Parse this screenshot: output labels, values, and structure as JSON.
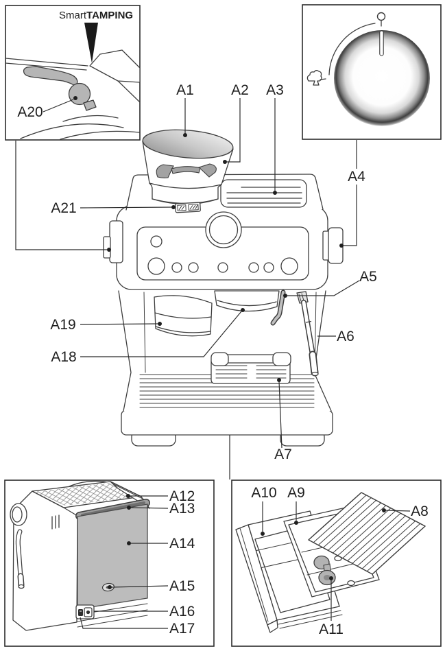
{
  "figure": {
    "kind": "espresso-machine parts diagram",
    "background": "#ffffff",
    "line_color": "#3d3d3d",
    "label_color": "#1f1f1f",
    "gray_fill": "#b5b5b5"
  },
  "inset_smart_tamping": {
    "title_regular": "Smart",
    "title_bold": "TAMPING"
  },
  "labels": {
    "a1": "A1",
    "a2": "A2",
    "a3": "A3",
    "a4": "A4",
    "a5": "A5",
    "a6": "A6",
    "a7": "A7",
    "a8": "A8",
    "a9": "A9",
    "a10": "A10",
    "a11": "A11",
    "a12": "A12",
    "a13": "A13",
    "a14": "A14",
    "a15": "A15",
    "a16": "A16",
    "a17": "A17",
    "a18": "A18",
    "a19": "A19",
    "a20": "A20",
    "a21": "A21"
  }
}
